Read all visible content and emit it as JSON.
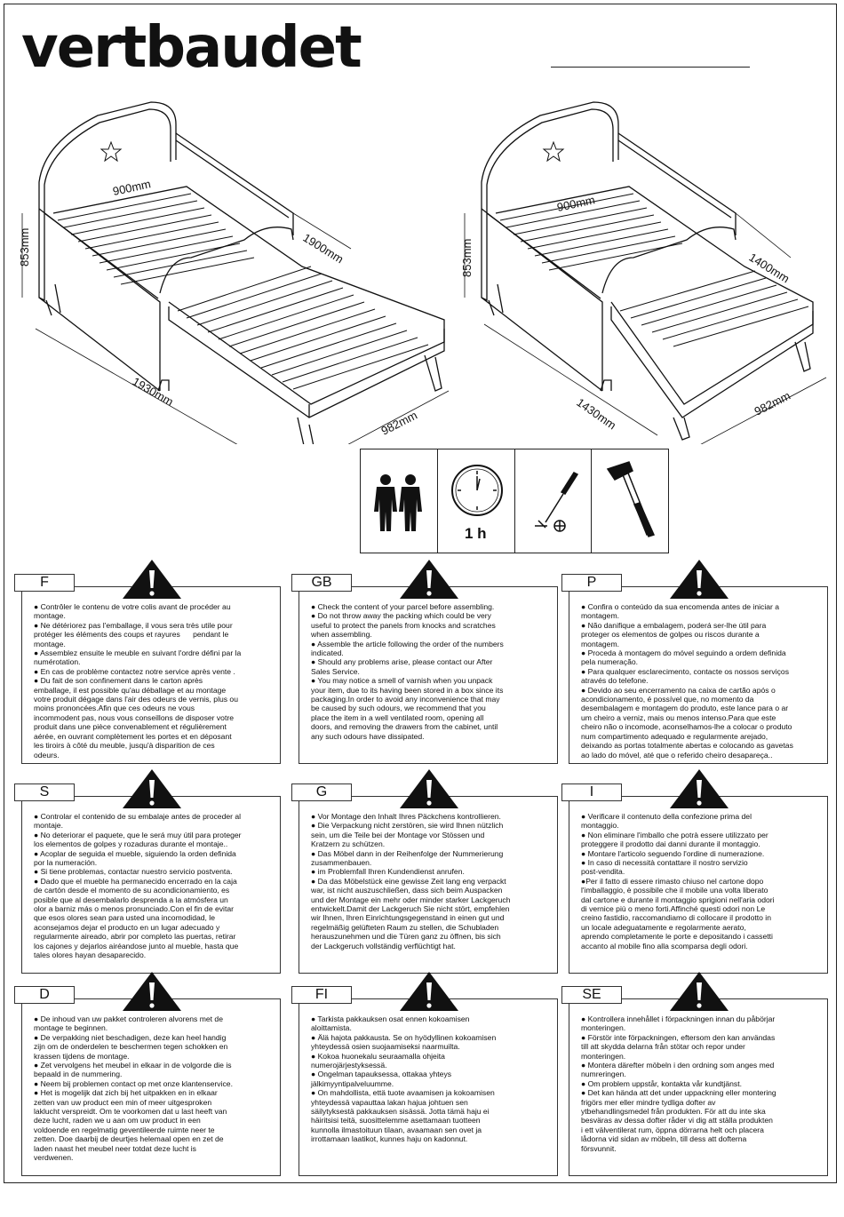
{
  "brand": "vertbaudet",
  "dimensions": {
    "left": {
      "width": "900mm",
      "length": "1900mm",
      "height": "853mm",
      "outer_length": "1930mm",
      "outer_width": "982mm"
    },
    "right": {
      "width": "900mm",
      "length": "1400mm",
      "height": "853mm",
      "outer_length": "1430mm",
      "outer_width": "982mm"
    }
  },
  "tools": {
    "time": "1 h",
    "icons": [
      "two-persons-icon",
      "clock-icon",
      "screwdriver-icon",
      "hammer-icon"
    ]
  },
  "panels": [
    {
      "code": "F",
      "text": "● Contrôler le contenu de votre colis avant de procéder au\nmontage.\n● Ne détériorez pas l'emballage, il vous sera très utile pour\nprotéger les éléments des coups et rayures      pendant le\nmontage.\n● Assemblez ensuite le meuble en suivant l'ordre défini par la\nnumérotation.\n● En cas de problème contactez notre service après vente .\n● Du fait de son confinement dans le carton après\nemballage, il est possible qu'au déballage et au montage\nvotre produit dégage dans l'air des odeurs de vernis, plus ou\nmoins prononcées.Afin que ces odeurs ne vous\nincommodent pas, nous vous conseillons de disposer votre\nproduit dans une pièce convenablement et régulièrement\naérée, en ouvrant complètement les portes et en déposant\nles tiroirs à côté du meuble, jusqu'à disparition de ces\nodeurs."
    },
    {
      "code": "GB",
      "text": "● Check the content of your parcel before assembling.\n● Do not throw away the packing which could be very\nuseful to protect the panels from knocks and scratches\nwhen assembling.\n● Assemble the article following the order of the numbers\nindicated.\n● Should any problems arise, please contact our After\nSales Service.\n● You may notice a smell of varnish when you unpack\nyour item, due to its having been stored in a box since its\npackaging.In order to avoid any inconvenience that may\nbe caused by such odours, we recommend that you\nplace the item in a well ventilated room, opening all\ndoors, and removing the drawers from the cabinet, until\nany such odours have dissipated."
    },
    {
      "code": "P",
      "text": "● Confira o conteúdo da sua encomenda antes de iniciar a\nmontagem.\n● Não danifique a embalagem, poderá ser-lhe útil para\nproteger os elementos de golpes ou riscos durante a\nmontagem.\n● Proceda à montagem do móvel seguindo a ordem definida\npela numeração.\n● Para qualquer esclarecimento, contacte os nossos serviços\natravés do telefone.\n● Devido ao seu encerramento na caixa de cartão após o\nacondicionamento, é possível que, no momento da\ndesembalagem e montagem do produto, este lance para o ar\num cheiro a verniz, mais ou menos intenso.Para que este\ncheiro não o incomode, aconselhamos-lhe a colocar o produto\nnum compartimento adequado e regularmente arejado,\ndeixando as portas totalmente abertas e colocando as gavetas\nao lado do móvel, até que o referido cheiro desapareça.."
    },
    {
      "code": "S",
      "text": "● Controlar el contenido de su embalaje antes de proceder al\nmontaje.\n● No deteriorar el paquete, que le será muy útil para proteger\nlos elementos de golpes y rozaduras durante el montaje..\n● Acoplar de seguida el mueble, siguiendo la orden definida\npor la numeración.\n● Si tiene problemas, contactar nuestro servicio postventa.\n● Dado que el mueble ha permanecido encerrado en la caja\nde cartón desde el momento de su acondicionamiento, es\nposible que al desembalarlo desprenda a la atmósfera un\nolor a barniz más o menos pronunciado.Con el fin de evitar\nque esos olores sean para usted una incomodidad, le\naconsejamos dejar el producto en un lugar adecuado y\nregularmente aireado, abrir por completo las puertas, retirar\nlos cajones y dejarlos airéandose junto al mueble, hasta que\ntales olores hayan desaparecido."
    },
    {
      "code": "G",
      "text": "● Vor Montage den Inhalt Ihres Päckchens kontrollieren.\n● Die Verpackung nicht zerstören, sie wird Ihnen nützlich\nsein, um die Teile bei der Montage vor Stössen und\nKratzern zu schützen.\n● Das Möbel dann in der Reihenfolge der Nummerierung\nzusammenbauen.\n● im Problemfall Ihren Kundendienst anrufen.\n● Da das Möbelstück eine gewisse Zeit lang eng verpackt\nwar, ist nicht auszuschließen, dass sich beim Auspacken\nund der Montage ein mehr oder minder starker Lackgeruch\nentwickelt.Damit der Lackgeruch Sie nicht stört, empfehlen\nwir Ihnen, Ihren Einrichtungsgegenstand in einen gut und\nregelmäßig gelüfteten Raum zu stellen, die Schubladen\nherauszunehmen und die Türen ganz zu öffnen, bis sich\nder Lackgeruch vollständig verflüchtigt hat."
    },
    {
      "code": "I",
      "text": "● Verificare il contenuto della confezione prima del\nmontaggio.\n● Non eliminare l'imballo che potrà essere utilizzato per\nproteggere il prodotto dai danni durante il montaggio.\n● Montare l'articolo seguendo l'ordine di numerazione.\n● In caso di necessità contattare il nostro servizio\npost-vendita.\n●Per il fatto di essere rimasto chiuso nel cartone dopo\nl'imballaggio, è possibile che il mobile una volta liberato\ndal cartone e durante il montaggio sprigioni nell'aria odori\ndi vernice più o meno forti.Affinché questi odori non Le\ncreino fastidio, raccomandiamo di collocare il prodotto in\nun locale adeguatamente e regolarmente aerato,\naprendo completamente le porte e depositando i cassetti\naccanto al mobile fino alla scomparsa degli odori."
    },
    {
      "code": "D",
      "text": "● De inhoud van uw pakket controleren alvorens met de\nmontage te beginnen.\n● De verpakking niet beschadigen, deze kan heel handig\nzijn om de onderdelen te beschermen tegen schokken en\nkrassen tijdens de montage.\n● Zet vervolgens het meubel in elkaar in de volgorde die is\nbepaald in de nummering.\n● Neem bij problemen contact op met onze klantenservice.\n● Het is mogelijk dat zich bij het uitpakken en in elkaar\nzetten van uw product een min of meer uitgesproken\nlaklucht verspreidt. Om te voorkomen dat u last heeft van\ndeze lucht, raden we u aan om uw product in een\nvoldoende en regelmatig geventileerde ruimte neer te\nzetten. Doe daarbij de deurtjes helemaal open en zet de\nladen naast het meubel neer totdat deze lucht is\nverdwenen."
    },
    {
      "code": "FI",
      "text": "● Tarkista pakkauksen osat ennen kokoamisen\naloittamista.\n● Älä hajota pakkausta. Se on hyödyllinen kokoamisen\nyhteydessä osien suojaamiseksi naarmuilta.\n● Kokoa huonekalu seuraamalla ohjeita\nnumerojärjestyksessä.\n● Ongelman tapauksessa, ottakaa yhteys\njälkimyyntipalveluumme.\n● On mahdollista, että tuote avaamisen ja kokoamisen\nyhteydessä vapauttaa lakan hajua johtuen sen\nsäilytyksestä pakkauksen sisässä. Jotta tämä haju ei\nhäiritsisi teitä, suosittelemme asettamaan tuotteen\nkunnolla ilmastoituun tilaan, avaamaan sen ovet ja\nirrottamaan laatikot, kunnes haju on kadonnut."
    },
    {
      "code": "SE",
      "text": "● Kontrollera innehållet i förpackningen innan du påbörjar\nmonteringen.\n● Förstör inte förpackningen, eftersom den kan användas\ntill att skydda delarna från stötar och repor under\nmonteringen.\n● Montera därefter möbeln i den ordning som anges med\nnumreringen.\n● Om problem uppstår, kontakta vår kundtjänst.\n● Det kan hända att det under uppackning eller montering\nfrigörs mer eller mindre tydliga dofter av\nytbehandlingsmedel från produkten. För att du inte ska\nbesväras av dessa dofter råder vi dig att ställa produkten\ni ett välventilerat rum, öppna dörrarna helt och placera\nlådorna vid sidan av möbeln, till dess att dofterna\nförsvunnit."
    }
  ]
}
